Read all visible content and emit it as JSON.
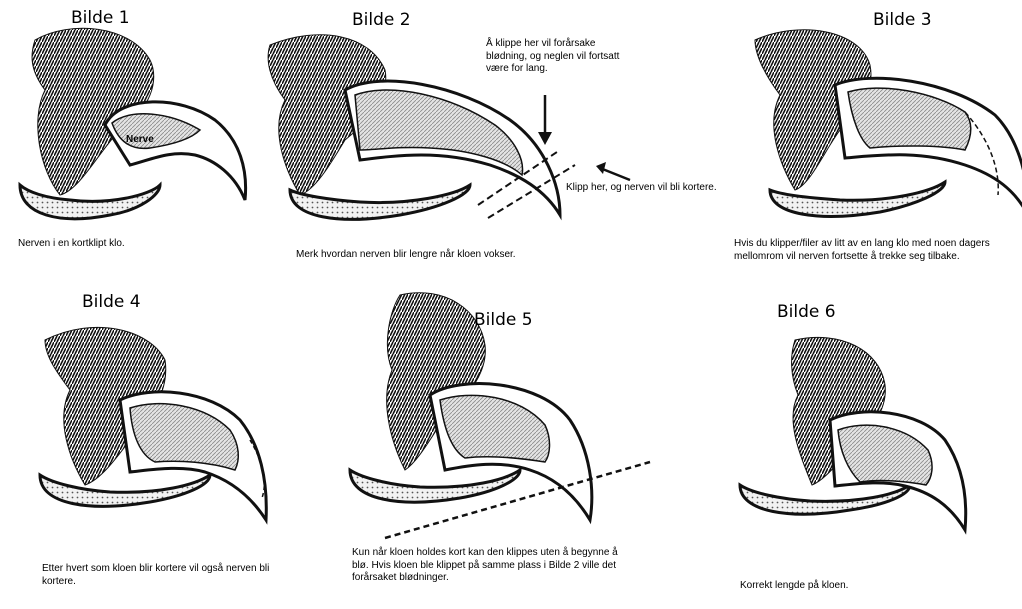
{
  "panels": [
    {
      "title": "Bilde 1",
      "caption": "Nerven i en kortklipt klo."
    },
    {
      "title": "Bilde 2",
      "caption": "Merk hvordan nerven blir lengre når kloen vokser."
    },
    {
      "title": "Bilde 3",
      "caption": "Hvis du klipper/filer av litt av en lang klo med noen dagers mellomrom vil nerven fortsette å trekke seg tilbake."
    },
    {
      "title": "Bilde 4",
      "caption": "Etter hvert som kloen blir kortere vil også nerven bli kortere."
    },
    {
      "title": "Bilde 5",
      "caption": "Kun når kloen holdes kort kan den klippes uten å begynne å blø. Hvis kloen ble klippet på samme plass i Bilde 2 ville det forårsaket blødninger."
    },
    {
      "title": "Bilde 6",
      "caption": "Korrekt lengde på kloen."
    }
  ],
  "labels": {
    "nerve": "Nerve",
    "cut_bad": "Å klippe her vil forårsake blødning, og neglen vil fortsatt være for lang.",
    "cut_good": "Klipp her, og nerven vil bli kortere."
  }
}
